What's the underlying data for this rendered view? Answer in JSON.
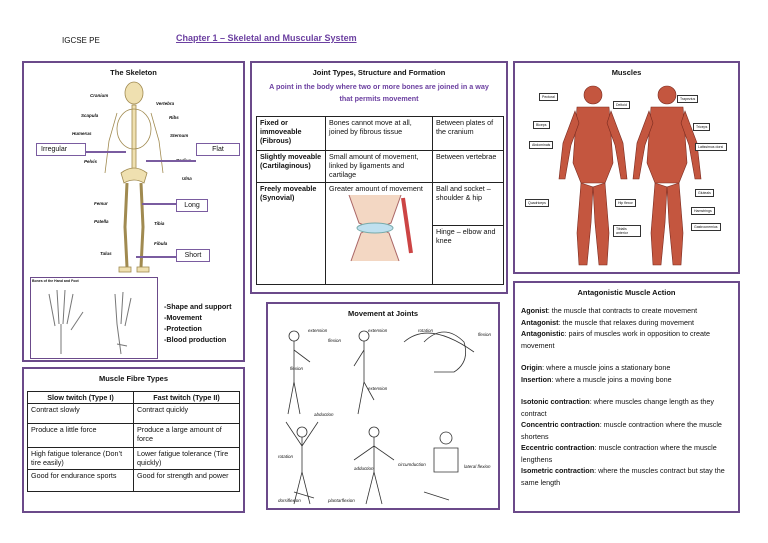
{
  "header": {
    "left": "IGCSE PE",
    "title": "Chapter 1 – Skeletal and Muscular System"
  },
  "skeleton": {
    "title": "The Skeleton",
    "labels": [
      "Cranium",
      "Vertebra",
      "Scapula",
      "Ribs",
      "Humerus",
      "Sternum",
      "Radius",
      "Pelvis",
      "Ulna",
      "Femur",
      "Patella",
      "Tibia",
      "Fibula",
      "Talus"
    ],
    "types": {
      "irregular": "Irregular",
      "flat": "Flat",
      "long": "Long",
      "short": "Short"
    },
    "hand_caption": "Bones of the Hand and Foot",
    "functions": [
      "-Shape and support",
      "-Movement",
      "-Protection",
      "-Blood production"
    ]
  },
  "joints": {
    "title": "Joint Types, Structure and Formation",
    "definition": "A point in the body where two or more bones are joined in a way that permits movement",
    "rows": [
      {
        "type": "Fixed or immoveable (Fibrous)",
        "desc": "Bones cannot move at all, joined by fibrous tissue",
        "example": "Between plates of the cranium"
      },
      {
        "type": "Slightly moveable (Cartilaginous)",
        "desc": "Small amount of movement, linked by ligaments and cartilage",
        "example": "Between vertebrae"
      },
      {
        "type": "Freely moveable (Synovial)",
        "desc": "Greater amount of movement",
        "example": "Ball and socket – shoulder & hip"
      }
    ],
    "hinge": "Hinge – elbow and knee"
  },
  "muscles": {
    "title": "Muscles",
    "labels": [
      "Pectoral",
      "Deltoid",
      "Trapezius",
      "Biceps",
      "Triceps",
      "Abdominals",
      "Latissimus dorsi",
      "Gluteals",
      "Quadriceps",
      "Hip flexor",
      "Hamstrings",
      "Tibialis anterior",
      "Gastrocnemius"
    ]
  },
  "movement": {
    "title": "Movement at Joints",
    "labels": [
      "extension",
      "flexion",
      "flexion",
      "extension",
      "rotation",
      "flexion",
      "extension",
      "abduction",
      "adduction",
      "circumduction",
      "rotation",
      "lateral flexion",
      "dorsiflexion",
      "plantarflexion"
    ]
  },
  "fibre": {
    "title": "Muscle Fibre Types",
    "headers": [
      "Slow twitch (Type I)",
      "Fast twitch (Type II)"
    ],
    "rows": [
      [
        "Contract slowly",
        "Contract quickly"
      ],
      [
        "Produce a little force",
        "Produce a large amount of force"
      ],
      [
        "High fatigue tolerance (Don’t tire easily)",
        "Lower fatigue tolerance (Tire quickly)"
      ],
      [
        "Good for endurance sports",
        "Good for strength and power"
      ]
    ]
  },
  "antagonistic": {
    "title": "Antagonistic Muscle Action",
    "items": [
      {
        "term": "Agonist",
        "text": ": the muscle that contracts to create movement"
      },
      {
        "term": "Antagonist",
        "text": ": the muscle that relaxes during movement"
      },
      {
        "term": "Antagonistic",
        "text": ": pairs of muscles work in opposition to create movement"
      },
      {
        "term": "Origin",
        "text": ": where a muscle joins a stationary bone"
      },
      {
        "term": "Insertion",
        "text": ": where a muscle joins a moving bone"
      },
      {
        "term": "Isotonic contraction",
        "text": ": where muscles change length as they contract"
      },
      {
        "term": "Concentric contraction",
        "text": ": muscle contraction where the muscle shortens"
      },
      {
        "term": "Eccentric contraction",
        "text": ": muscle contraction where the muscle lengthens"
      },
      {
        "term": "Isometric contraction",
        "text": ": where the muscles contract but stay the same length"
      }
    ]
  },
  "colors": {
    "border": "#6b4a8a",
    "title_accent": "#6b3fa0",
    "muscle": "#c4563f"
  }
}
